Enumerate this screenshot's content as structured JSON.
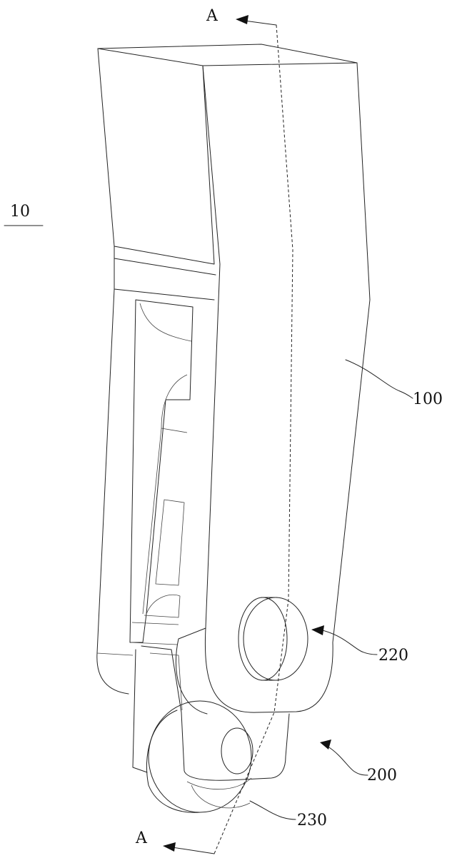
{
  "figure": {
    "assembly_label": "10",
    "section_label_top": "A",
    "section_label_bottom": "A",
    "callouts": [
      {
        "id": "body",
        "label": "100"
      },
      {
        "id": "pin",
        "label": "220"
      },
      {
        "id": "wheel-assembly",
        "label": "200"
      },
      {
        "id": "wheel",
        "label": "230"
      }
    ]
  }
}
